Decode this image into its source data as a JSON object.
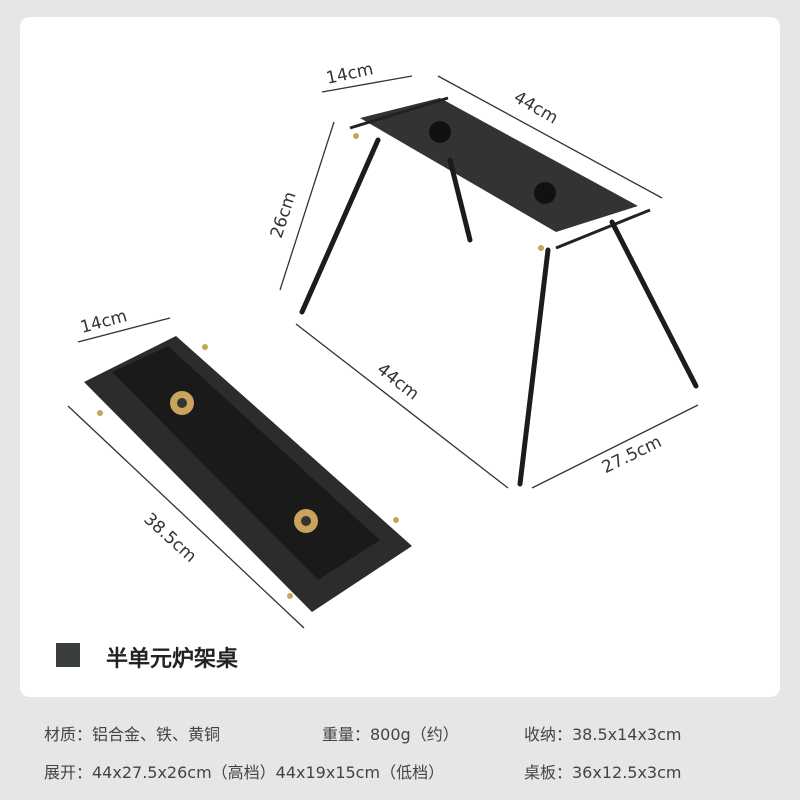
{
  "product": {
    "name": "半单元炉架桌"
  },
  "dimensions": {
    "top_width": "14cm",
    "top_length": "44cm",
    "height": "26cm",
    "base_length": "44cm",
    "base_depth": "27.5cm",
    "folded_width": "14cm",
    "folded_length": "38.5cm"
  },
  "specs": {
    "material": "材质：铝合金、铁、黄铜",
    "weight": "重量：800g（约）",
    "storage": "收纳：38.5x14x3cm",
    "expanded": "展开：44x27.5x26cm（高档）44x19x15cm（低档）",
    "tabletop": "桌板：36x12.5x3cm"
  },
  "colors": {
    "background": "#e6e6e6",
    "card": "#ffffff",
    "product": "#2b2b2b",
    "accent": "#c9a45a"
  }
}
